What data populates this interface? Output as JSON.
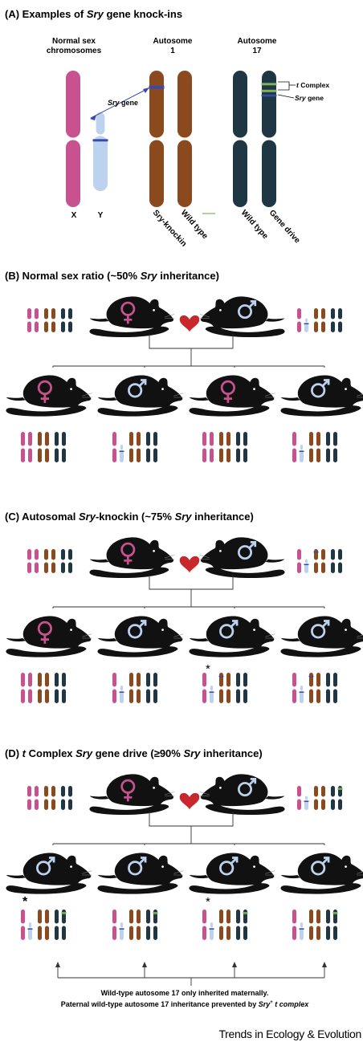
{
  "colors": {
    "x": "#c8528f",
    "y": "#bcd2ee",
    "auto1": "#8b4a1e",
    "auto17": "#1f3745",
    "sry": "#3b4aa8",
    "tcomplex": "#7fb25a",
    "heart": "#c8272b",
    "female_symbol": "#c8528f",
    "male_symbol": "#bcd2ee",
    "mouse": "#111111"
  },
  "panel_a": {
    "title_pre": "(A) Examples of ",
    "title_gene": "Sry",
    "title_post": " gene knock-ins",
    "group_sex_line1": "Normal sex",
    "group_sex_line2": "chromosomes",
    "group_auto1_line1": "Autosome",
    "group_auto1_line2": "1",
    "group_auto17_line1": "Autosome",
    "group_auto17_line2": "17",
    "label_x": "X",
    "label_y": "Y",
    "label_sry_knockin": "Sry-knockin",
    "label_wild_type_1": "Wild type",
    "label_wild_type_17": "Wild type",
    "label_gene_drive": "Gene drive",
    "callout_sry_gene_italic": "Sry",
    "callout_sry_gene_rest": " gene",
    "callout_t_italic": "t",
    "callout_t_rest": " Complex",
    "callout_sry2_italic": "Sry",
    "callout_sry2_rest": " gene"
  },
  "panel_b": {
    "title_pre": "(B)  Normal sex ratio (~50% ",
    "title_gene": "Sry",
    "title_post": " inheritance)",
    "offspring": [
      "female",
      "male",
      "female",
      "male"
    ]
  },
  "panel_c": {
    "title_pre": "(C) Autosomal ",
    "title_gene": "Sry",
    "title_mid": "-knockin (~75% ",
    "title_gene2": "Sry",
    "title_post": " inheritance)",
    "offspring": [
      "female",
      "male",
      "male",
      "male"
    ],
    "asterisk": "*"
  },
  "panel_d": {
    "title_t": "t",
    "title_pre": " Complex ",
    "title_gene": "Sry",
    "title_post": " gene drive (≥90% ",
    "title_gene2": "Sry",
    "title_post2": " inheritance)",
    "title_prefix": "(D) ",
    "offspring": [
      "male",
      "male",
      "male",
      "male"
    ],
    "asterisk": "*",
    "note_line1": "Wild-type autosome 17 only inherited maternally.",
    "note_line2_pre": "Paternal wild-type autosome 17 inheritance prevented by ",
    "note_line2_gene": "Sry",
    "note_line2_sup": "+",
    "note_line2_post": " t complex"
  },
  "footer": "Trends in Ecology & Evolution"
}
